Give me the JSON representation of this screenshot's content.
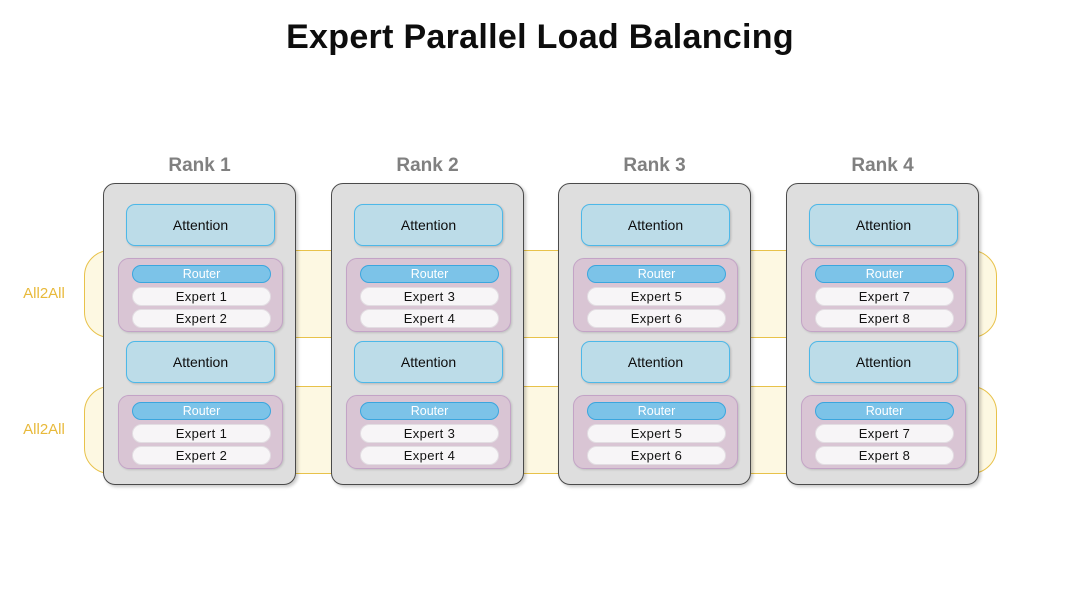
{
  "title": "Expert Parallel Load Balancing",
  "colors": {
    "title_text": "#0d0d0d",
    "rank_label": "#808080",
    "card_fill": "#dedede",
    "card_border": "#4a4a4a",
    "attention_fill": "#bcdce8",
    "attention_border": "#4db8e8",
    "moe_group_fill": "#d9c5d4",
    "moe_group_border": "#c3a3c6",
    "router_fill": "#7cc3e8",
    "router_border": "#3aa6de",
    "router_text": "#ffffff",
    "expert_fill": "#f7f5f7",
    "expert_text": "#121212",
    "all2all_band_border": "#e8c24a",
    "all2all_band_fill": "#f7e9a0",
    "all2all_label": "#e8b93a",
    "background": "#ffffff"
  },
  "communication": {
    "bands": [
      {
        "label": "All2All"
      },
      {
        "label": "All2All"
      }
    ]
  },
  "ranks": [
    {
      "label": "Rank 1",
      "layers": [
        {
          "attention": "Attention",
          "router": "Router",
          "experts": [
            "Expert 1",
            "Expert 2"
          ]
        },
        {
          "attention": "Attention",
          "router": "Router",
          "experts": [
            "Expert 1",
            "Expert 2"
          ]
        }
      ]
    },
    {
      "label": "Rank 2",
      "layers": [
        {
          "attention": "Attention",
          "router": "Router",
          "experts": [
            "Expert 3",
            "Expert 4"
          ]
        },
        {
          "attention": "Attention",
          "router": "Router",
          "experts": [
            "Expert 3",
            "Expert 4"
          ]
        }
      ]
    },
    {
      "label": "Rank 3",
      "layers": [
        {
          "attention": "Attention",
          "router": "Router",
          "experts": [
            "Expert 5",
            "Expert 6"
          ]
        },
        {
          "attention": "Attention",
          "router": "Router",
          "experts": [
            "Expert 5",
            "Expert 6"
          ]
        }
      ]
    },
    {
      "label": "Rank 4",
      "layers": [
        {
          "attention": "Attention",
          "router": "Router",
          "experts": [
            "Expert 7",
            "Expert 8"
          ]
        },
        {
          "attention": "Attention",
          "router": "Router",
          "experts": [
            "Expert 7",
            "Expert 8"
          ]
        }
      ]
    }
  ]
}
